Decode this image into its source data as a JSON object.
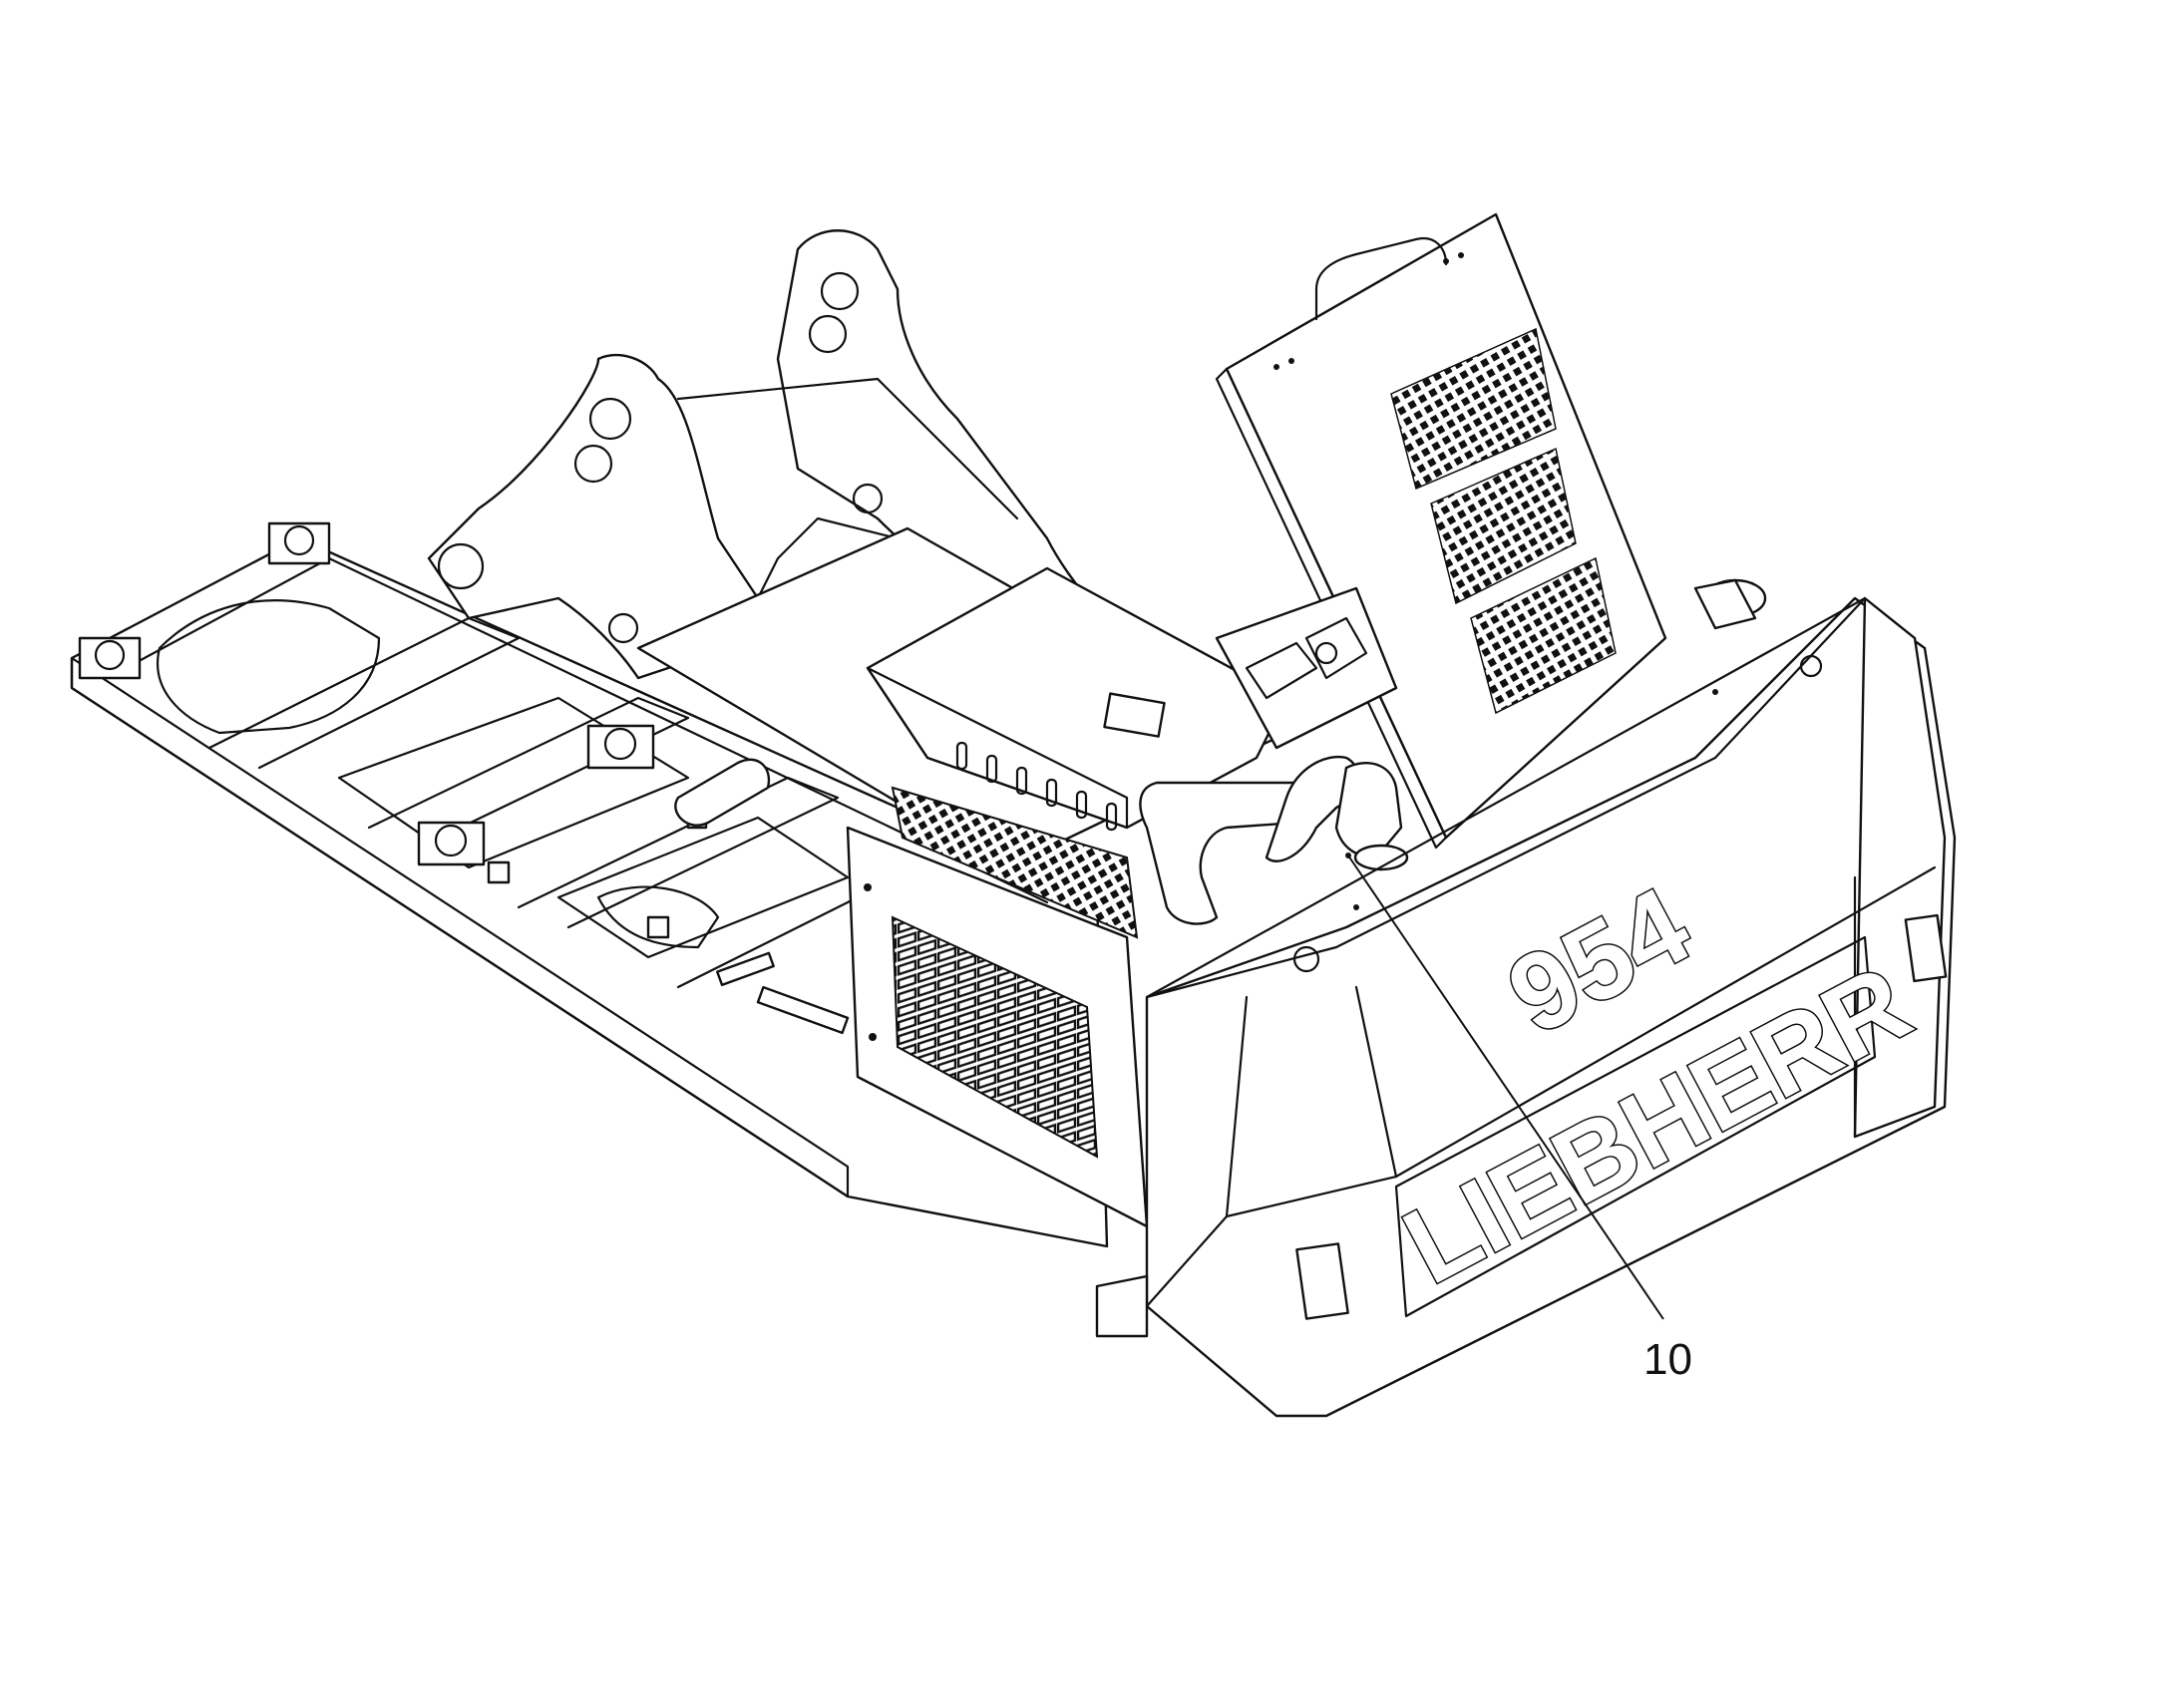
{
  "drawing": {
    "model_number": "954",
    "brand_name": "LIEBHERR",
    "callouts": [
      {
        "label": "10"
      }
    ]
  }
}
